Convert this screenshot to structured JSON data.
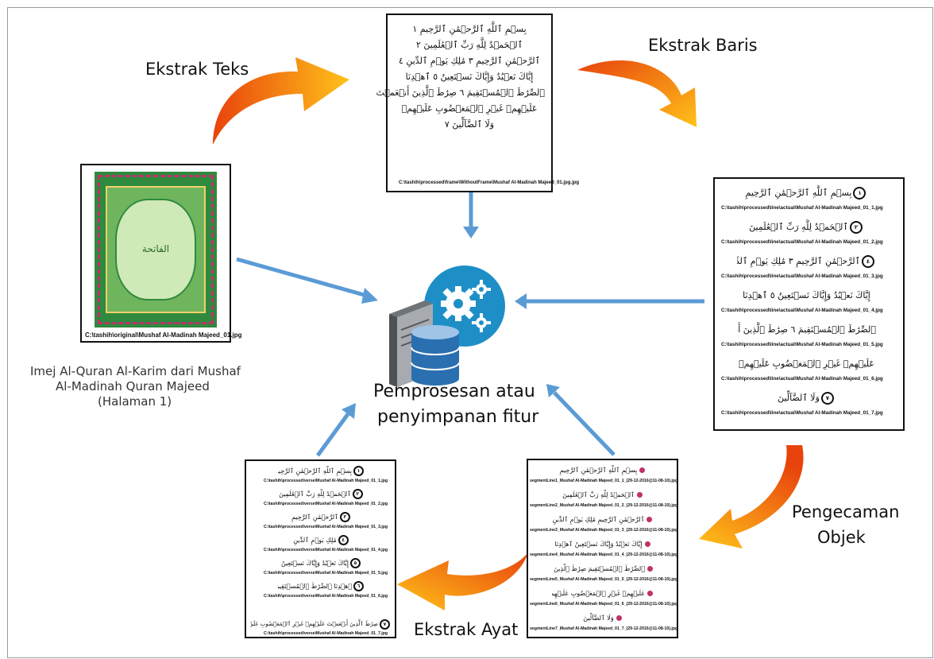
{
  "labels": {
    "extract_text": "Ekstrak Teks",
    "extract_lines": "Ekstrak Baris",
    "object_recognition_1": "Pengecaman",
    "object_recognition_2": "Objek",
    "extract_verses": "Ekstrak Ayat",
    "center_1": "Pemprosesan atau",
    "center_2": "penyimpanan fitur",
    "source_1": "Imej Al-Quran Al-Karim dari Mushaf",
    "source_2": "Al-Madinah Quran Majeed",
    "source_3": "(Halaman 1)"
  },
  "original_page": {
    "caption": "C:\\tashih\\original\\Mushaf Al-Madinah Majeed_01.jpg",
    "arabic": "الفاتحة"
  },
  "frameless_page": {
    "caption": "C:\\tashih\\processed\\frame\\WithoutFrame\\Mushaf Al-Madinah Majeed_01.jpg.jpg",
    "lines": [
      "بِسۡمِ ٱللَّهِ ٱلرَّحۡمَٰنِ ٱلرَّحِيمِ ١",
      "ٱلۡحَمۡدُ لِلَّهِ رَبِّ ٱلۡعَٰلَمِينَ ٢",
      "ٱلرَّحۡمَٰنِ ٱلرَّحِيمِ ٣ مَٰلِكِ يَوۡمِ ٱلدِّينِ ٤",
      "إِيَّاكَ نَعۡبُدُ وَإِيَّاكَ نَسۡتَعِينُ ٥ ٱهۡدِنَا",
      "ٱلصِّرَٰطَ ٱلۡمُسۡتَقِيمَ ٦ صِرَٰطَ ٱلَّذِينَ أَنۡعَمۡتَ",
      "عَلَيۡهِمۡ غَيۡرِ ٱلۡمَغۡضُوبِ عَلَيۡهِمۡ",
      "وَلَا ٱلضَّآلِّينَ ٧"
    ]
  },
  "line_panel": {
    "items": [
      {
        "text": "بِسۡمِ ٱللَّهِ ٱلرَّحۡمَٰنِ ٱلرَّحِيمِ",
        "num": "١",
        "path": "C:\\tashih\\processed\\line\\actual\\Mushaf Al-Madinah Majeed_01_1.jpg"
      },
      {
        "text": "ٱلۡحَمۡدُ لِلَّهِ رَبِّ ٱلۡعَٰلَمِينَ",
        "num": "٢",
        "path": "C:\\tashih\\processed\\line\\actual\\Mushaf Al-Madinah Majeed_01_2.jpg"
      },
      {
        "text": "ٱلرَّحۡمَٰنِ ٱلرَّحِيمِ ٣ مَٰلِكِ يَوۡمِ ٱلدِّينِ",
        "num": "٤",
        "path": "C:\\tashih\\processed\\line\\actual\\Mushaf Al-Madinah Majeed_01_3.jpg"
      },
      {
        "text": "إِيَّاكَ نَعۡبُدُ وَإِيَّاكَ نَسۡتَعِينُ ٥ ٱهۡدِنَا",
        "num": "",
        "path": "C:\\tashih\\processed\\line\\actual\\Mushaf Al-Madinah Majeed_01_4.jpg"
      },
      {
        "text": "ٱلصِّرَٰطَ ٱلۡمُسۡتَقِيمَ ٦ صِرَٰطَ ٱلَّذِينَ أَنۡعَمۡتَ",
        "num": "",
        "path": "C:\\tashih\\processed\\line\\actual\\Mushaf Al-Madinah Majeed_01_5.jpg"
      },
      {
        "text": "عَلَيۡهِمۡ غَيۡرِ ٱلۡمَغۡضُوبِ عَلَيۡهِمۡ",
        "num": "",
        "path": "C:\\tashih\\processed\\line\\actual\\Mushaf Al-Madinah Majeed_01_6.jpg"
      },
      {
        "text": "وَلَا ٱلضَّآلِّينَ",
        "num": "٧",
        "path": "C:\\tashih\\processed\\line\\actual\\Mushaf Al-Madinah Majeed_01_7.jpg"
      }
    ]
  },
  "segment_panel": {
    "items": [
      {
        "text": "بِسۡمِ ٱللَّهِ ٱلرَّحۡمَٰنِ ٱلرَّحِيمِ",
        "path": "segmentLine1_Mushaf Al-Madinah Majeed_01_1_(29-12-2016@11-08-10).jpg"
      },
      {
        "text": "ٱلۡحَمۡدُ لِلَّهِ رَبِّ ٱلۡعَٰلَمِينَ",
        "path": "segmentLine2_Mushaf Al-Madinah Majeed_01_2_(29-12-2016@11-08-10).jpg"
      },
      {
        "text": "ٱلرَّحۡمَٰنِ ٱلرَّحِيمِ مَٰلِكِ يَوۡمِ ٱلدِّينِ",
        "path": "segmentLine3_Mushaf Al-Madinah Majeed_01_3_(29-12-2016@11-08-10).jpg"
      },
      {
        "text": "إِيَّاكَ نَعۡبُدُ وَإِيَّاكَ نَسۡتَعِينُ ٱهۡدِنَا",
        "path": "segmentLine4_Mushaf Al-Madinah Majeed_01_4_(29-12-2016@11-08-10).jpg"
      },
      {
        "text": "ٱلصِّرَٰطَ ٱلۡمُسۡتَقِيمَ صِرَٰطَ ٱلَّذِينَ أَنۡعَمۡتَ",
        "path": "segmentLine5_Mushaf Al-Madinah Majeed_01_5_(29-12-2016@11-08-10).jpg"
      },
      {
        "text": "عَلَيۡهِمۡ غَيۡرِ ٱلۡمَغۡضُوبِ عَلَيۡهِمۡ",
        "path": "segmentLine6_Mushaf Al-Madinah Majeed_01_6_(29-12-2016@11-08-10).jpg"
      },
      {
        "text": "وَلَا ٱلضَّآلِّينَ",
        "path": "segmentLine7_Mushaf Al-Madinah Majeed_01_7_(29-12-2016@11-08-10).jpg"
      }
    ]
  },
  "verse_panel": {
    "items": [
      {
        "text": "بِسۡمِ ٱللَّهِ ٱلرَّحۡمَٰنِ ٱلرَّحِيمِ",
        "num": "١",
        "path": "C:\\tashih\\processed\\verse\\Mushaf Al-Madinah Majeed_01_1.jpg"
      },
      {
        "text": "ٱلۡحَمۡدُ لِلَّهِ رَبِّ ٱلۡعَٰلَمِينَ",
        "num": "٢",
        "path": "C:\\tashih\\processed\\verse\\Mushaf Al-Madinah Majeed_01_2.jpg"
      },
      {
        "text": "ٱلرَّحۡمَٰنِ ٱلرَّحِيمِ",
        "num": "٣",
        "path": "C:\\tashih\\processed\\verse\\Mushaf Al-Madinah Majeed_01_3.jpg"
      },
      {
        "text": "مَٰلِكِ يَوۡمِ ٱلدِّينِ",
        "num": "٤",
        "path": "C:\\tashih\\processed\\verse\\Mushaf Al-Madinah Majeed_01_4.jpg"
      },
      {
        "text": "إِيَّاكَ نَعۡبُدُ وَإِيَّاكَ نَسۡتَعِينُ",
        "num": "٥",
        "path": "C:\\tashih\\processed\\verse\\Mushaf Al-Madinah Majeed_01_5.jpg"
      },
      {
        "text": "ٱهۡدِنَا ٱلصِّرَٰطَ ٱلۡمُسۡتَقِيمَ",
        "num": "٦",
        "path": "C:\\tashih\\processed\\verse\\Mushaf Al-Madinah Majeed_01_6.jpg"
      },
      {
        "text": "صِرَٰطَ ٱلَّذِينَ أَنۡعَمۡتَ عَلَيۡهِمۡ غَيۡرِ ٱلۡمَغۡضُوبِ عَلَيۡهِمۡ وَلَا ٱلضَّآلِّينَ",
        "num": "٧",
        "path": "C:\\tashih\\processed\\verse\\Mushaf Al-Madinah Majeed_01_7.jpg"
      }
    ]
  },
  "colors": {
    "curve_start": "#e8430c",
    "curve_end": "#ffc21a",
    "straight_arrow": "#5b9bd5",
    "gear_circle": "#1e8fc6",
    "db_blue": "#2a6fb0",
    "server_gray": "#8c9094",
    "page_green": "#2f8a3e",
    "page_pink": "#c0306a"
  },
  "icons": [
    "gears-icon",
    "server-icon",
    "database-icon"
  ]
}
